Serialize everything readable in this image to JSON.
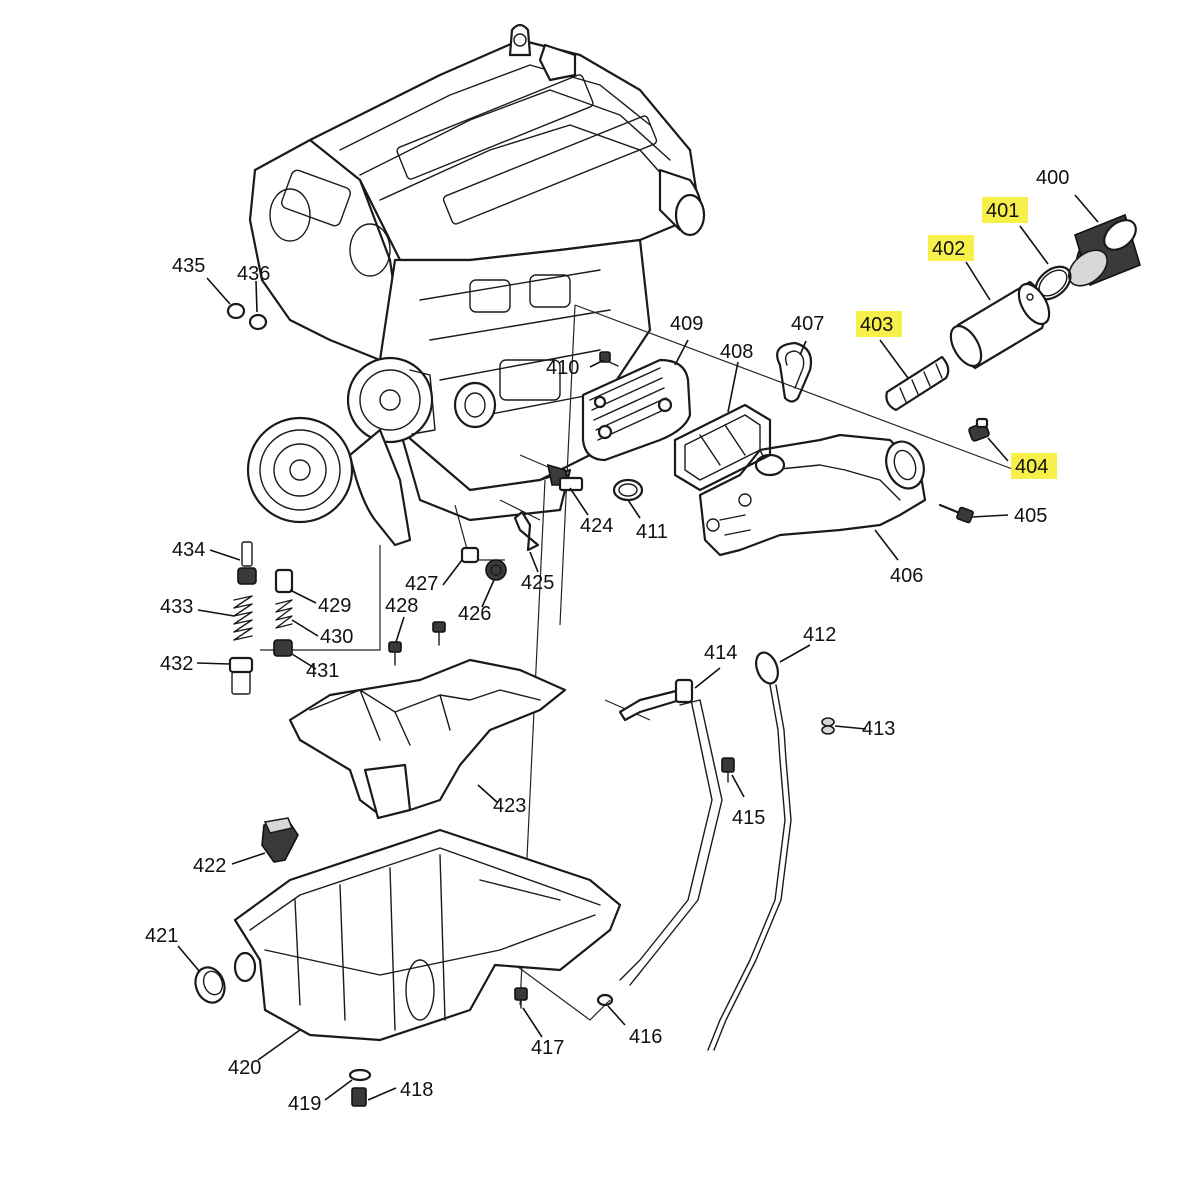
{
  "diagram": {
    "highlight_color": "#f7f04a",
    "line_color": "#1a1a1a",
    "background": "#ffffff",
    "callouts": {
      "c400": "400",
      "c401": "401",
      "c402": "402",
      "c403": "403",
      "c404": "404",
      "c405": "405",
      "c406": "406",
      "c407": "407",
      "c408": "408",
      "c409": "409",
      "c410": "410",
      "c411": "411",
      "c412": "412",
      "c413": "413",
      "c414": "414",
      "c415": "415",
      "c416": "416",
      "c417": "417",
      "c418": "418",
      "c419": "419",
      "c420": "420",
      "c421": "421",
      "c422": "422",
      "c423": "423",
      "c424": "424",
      "c425": "425",
      "c426": "426",
      "c427": "427",
      "c428": "428",
      "c429": "429",
      "c430": "430",
      "c431": "431",
      "c432": "432",
      "c433": "433",
      "c434": "434",
      "c435": "435",
      "c436": "436"
    },
    "highlighted": [
      "401",
      "402",
      "403",
      "404"
    ]
  }
}
